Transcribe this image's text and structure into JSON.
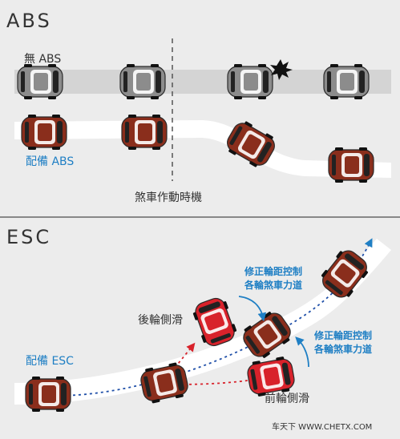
{
  "abs_panel": {
    "title": "ABS",
    "without_label": "無 ABS",
    "with_label": "配備 ABS",
    "braking_label": "煞車作動時機"
  },
  "esc_panel": {
    "title": "ESC",
    "with_label": "配備 ESC",
    "oversteer_label": "後輪側滑",
    "understeer_label": "前輪側滑",
    "correction_top": [
      "修正輪距控制",
      "各輪煞車力道"
    ],
    "correction_bottom": [
      "修正輪距控制",
      "各輪煞車力道"
    ]
  },
  "watermark": "车天下 WWW.CHETX.COM",
  "colors": {
    "accent_blue": "#1f7fc4",
    "brown_car": "#8a2e1c",
    "red_car": "#d8222b",
    "gray_car": "#8c8c8c",
    "road_gray": "#d9d9d9",
    "panel_bg": "#ececec"
  }
}
